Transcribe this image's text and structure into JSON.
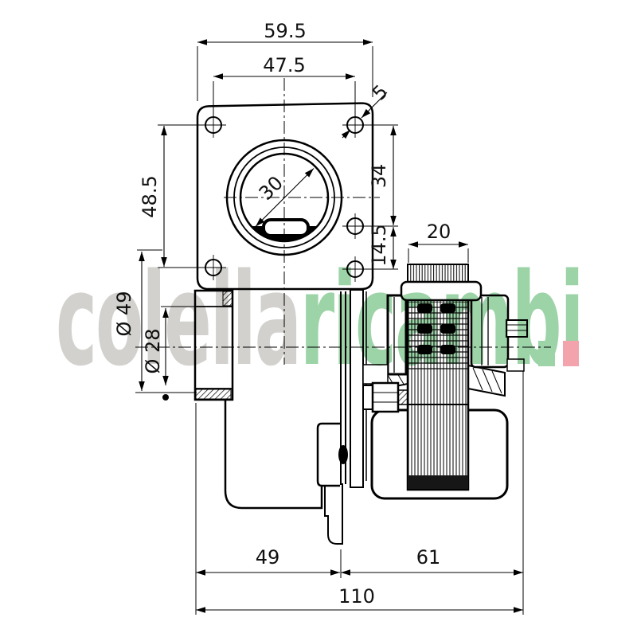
{
  "drawing": {
    "type": "technical-dimension-drawing",
    "subject": "centrifugal fan with shaded-pole motor, side view with mounting flange",
    "line_color": "#000000",
    "background": "#ffffff"
  },
  "dimensions": {
    "flange_width": "59.5",
    "hole_spacing_horizontal": "47.5",
    "hole_diameter": "5",
    "hole_spacing_vertical": "48.5",
    "right_hole_offset_upper": "34",
    "right_hole_offset_lower": "14.5",
    "port_diameter": "30",
    "coil_width": "20",
    "outlet_outer_diameter": "Ø 49",
    "outlet_inner_diameter": "Ø 28",
    "housing_depth": "49",
    "motor_depth": "61",
    "total_depth": "110"
  },
  "watermark": {
    "gray_text": "colella",
    "green_text": "ricambi",
    "text_gray_color": "#d3d1ce",
    "text_green_color": "#9cd3a7",
    "flag_green_color": "#9cd3a7",
    "flag_pink_color": "#f2a3ab"
  }
}
